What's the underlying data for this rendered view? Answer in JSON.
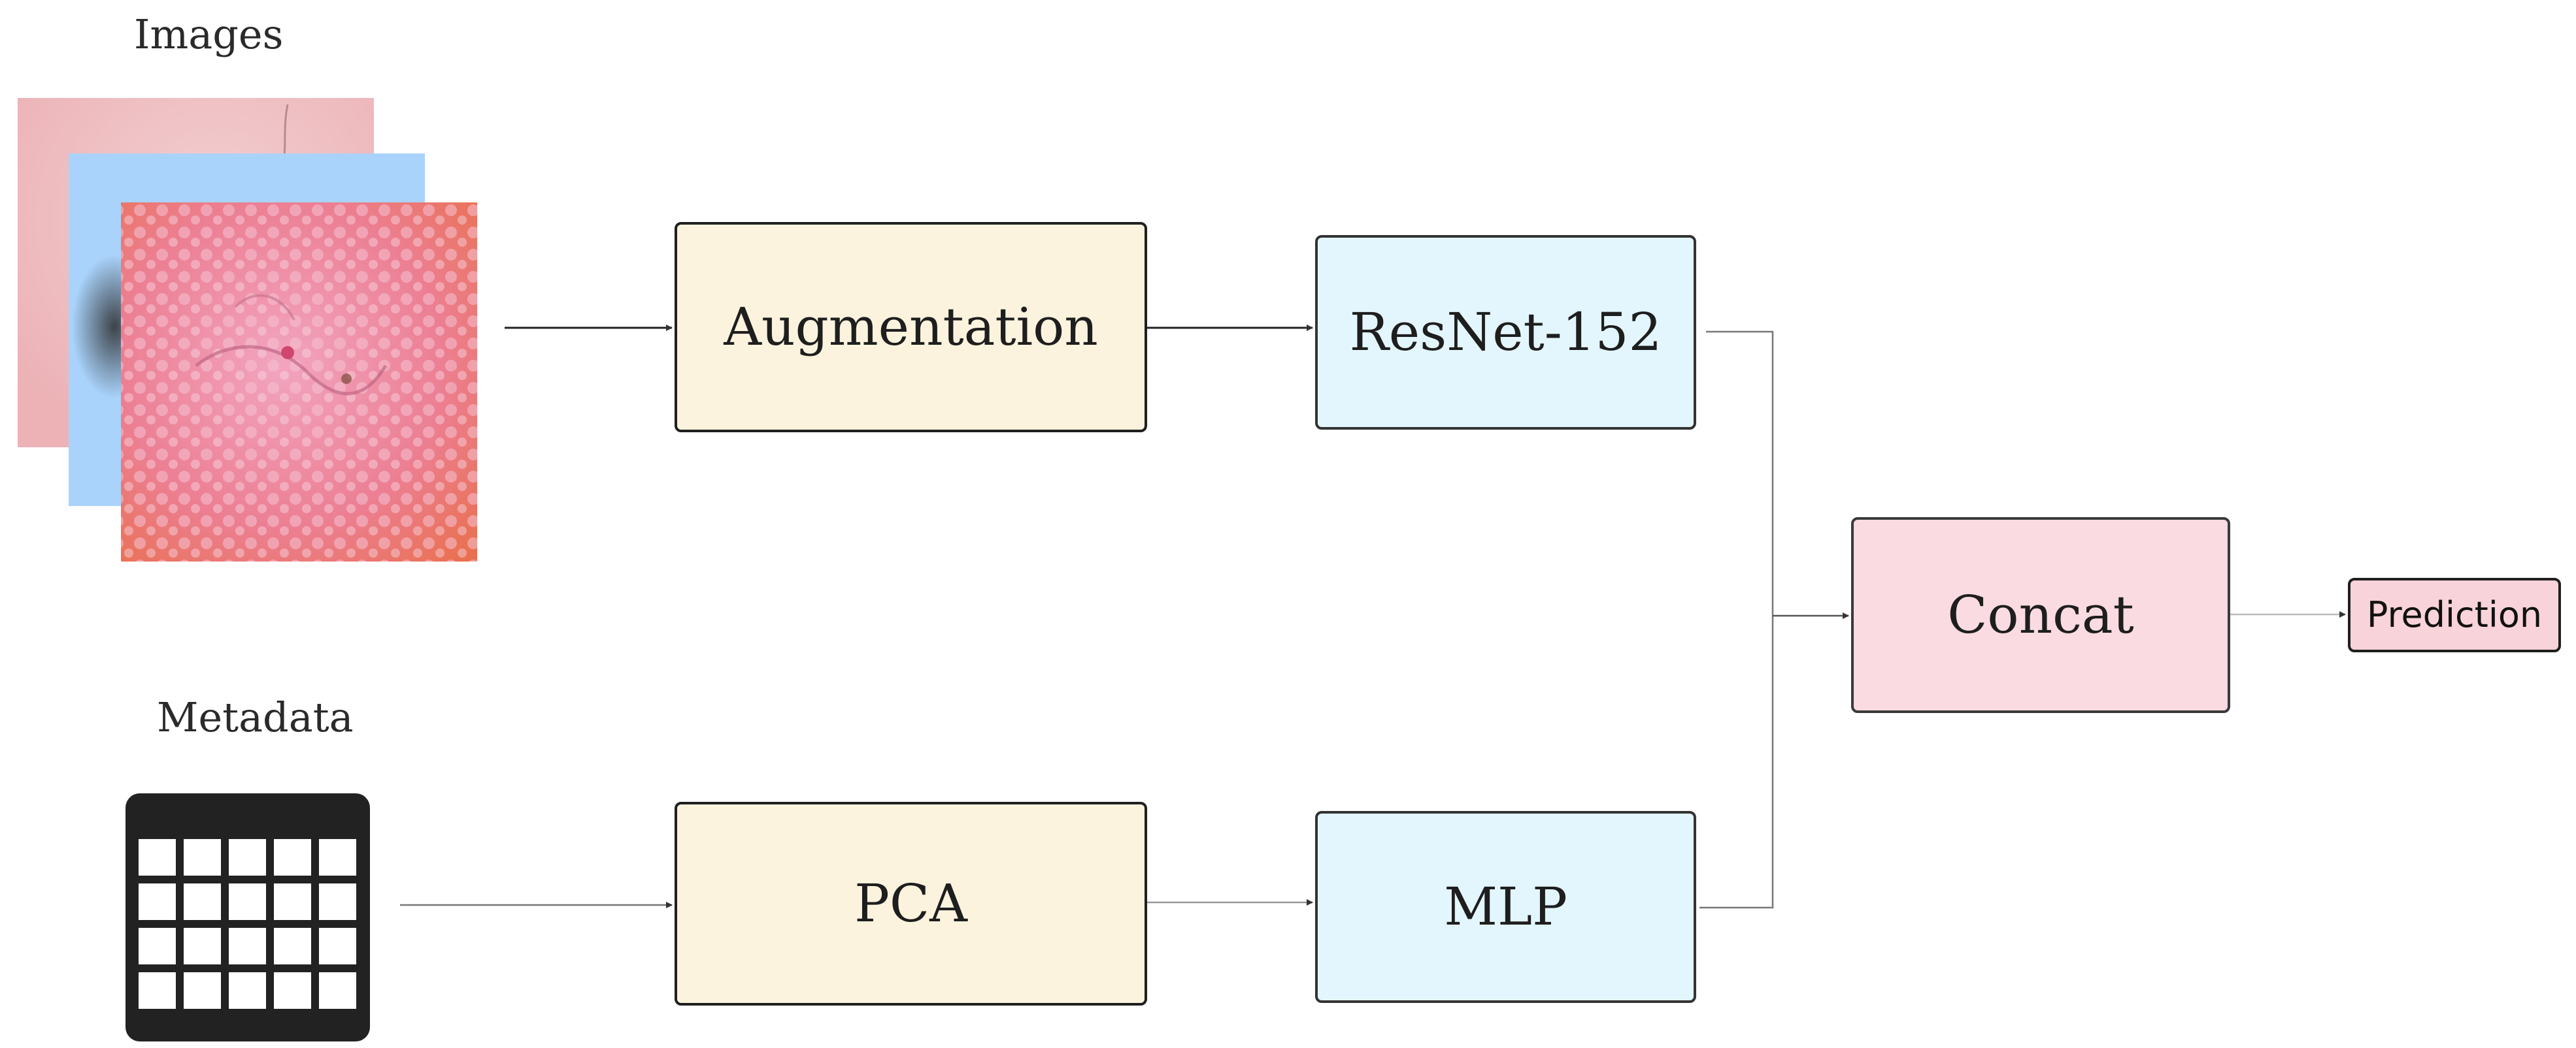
{
  "colors": {
    "augmentation_fill": "#fbf3de",
    "resnet_fill": "#e3f6fd",
    "concat_fill": "#f9dbe1",
    "prediction_fill": "#f8d3d9",
    "image_back_pink": "#f4c3c6",
    "image_mid_blue": "#a9d3fb",
    "image_front_pink": "#ef8da1",
    "table_icon": "#222222"
  },
  "inputs": {
    "images_label": "Images",
    "metadata_label": "Metadata",
    "images_icon": "stacked-skin-lesion-images",
    "metadata_icon": "table-grid-icon"
  },
  "nodes": {
    "augmentation": "Augmentation",
    "pca": "PCA",
    "resnet": "ResNet-152",
    "mlp": "MLP",
    "concat": "Concat",
    "prediction": "Prediction"
  },
  "edges": [
    {
      "from": "Images",
      "to": "Augmentation"
    },
    {
      "from": "Augmentation",
      "to": "ResNet-152"
    },
    {
      "from": "Metadata",
      "to": "PCA"
    },
    {
      "from": "PCA",
      "to": "MLP"
    },
    {
      "from": "ResNet-152",
      "to": "Concat"
    },
    {
      "from": "MLP",
      "to": "Concat"
    },
    {
      "from": "Concat",
      "to": "Prediction"
    }
  ]
}
